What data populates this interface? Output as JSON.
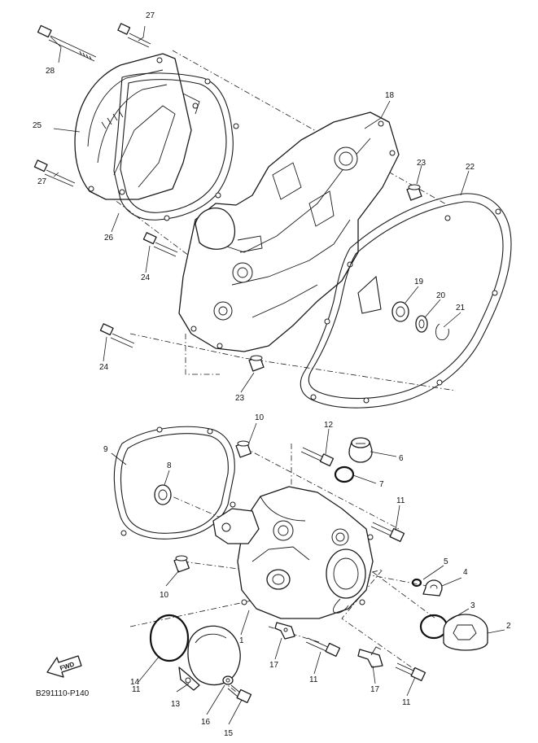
{
  "diagram_code": "B291110-P140",
  "fwd_label": "FWD",
  "part_numbers": [
    "1",
    "2",
    "3",
    "4",
    "5",
    "6",
    "7",
    "8",
    "9",
    "10",
    "10",
    "11",
    "11",
    "11",
    "11",
    "12",
    "13",
    "14",
    "15",
    "16",
    "17",
    "17",
    "18",
    "19",
    "20",
    "21",
    "22",
    "23",
    "23",
    "24",
    "24",
    "25",
    "26",
    "27",
    "27",
    "28"
  ]
}
